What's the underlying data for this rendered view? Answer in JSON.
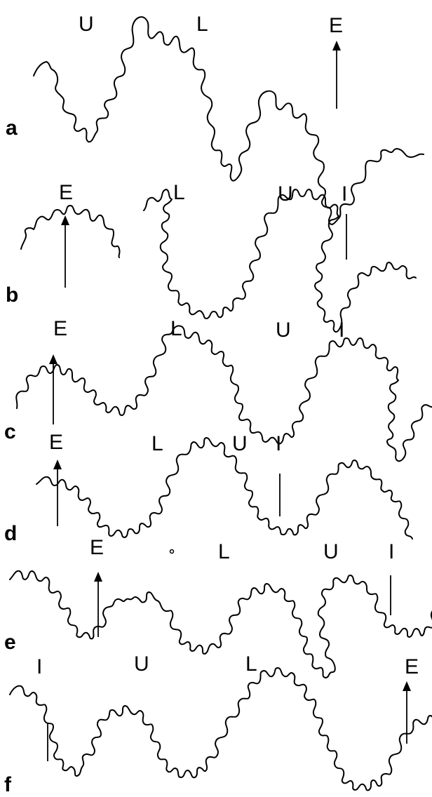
{
  "panels": [
    {
      "id": "a",
      "label": "a",
      "lobes": [
        "U",
        "L",
        "E"
      ]
    },
    {
      "id": "b",
      "label": "b",
      "lobes": [
        "E",
        "L",
        "U",
        "I"
      ]
    },
    {
      "id": "c",
      "label": "c",
      "lobes": [
        "E",
        "L",
        "U",
        "I"
      ]
    },
    {
      "id": "d",
      "label": "d",
      "lobes": [
        "E",
        "L",
        "U",
        "I"
      ]
    },
    {
      "id": "e",
      "label": "e",
      "lobes": [
        "E",
        "L",
        "U",
        "I"
      ]
    },
    {
      "id": "f",
      "label": "f",
      "lobes": [
        "I",
        "U",
        "L",
        "E"
      ]
    }
  ],
  "colors": {
    "line": "#000000",
    "background": "#ffffff"
  }
}
